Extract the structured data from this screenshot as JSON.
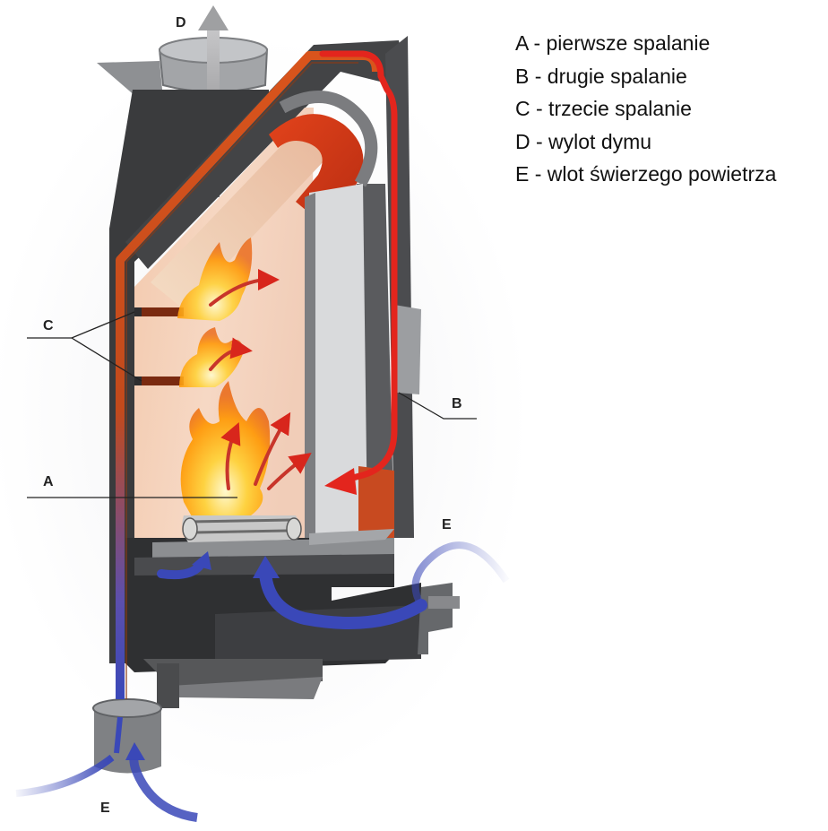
{
  "legend": {
    "items": [
      {
        "key": "A",
        "text": "A - pierwsze spalanie"
      },
      {
        "key": "B",
        "text": "B - drugie spalanie"
      },
      {
        "key": "C",
        "text": "C - trzecie spalanie"
      },
      {
        "key": "D",
        "text": "D - wylot dymu"
      },
      {
        "key": "E",
        "text": "E - wlot świerzego powietrza"
      }
    ]
  },
  "callouts": {
    "a": "A",
    "b": "B",
    "c": "C",
    "d": "D",
    "e_right": "E",
    "e_bottom": "E"
  },
  "colors": {
    "steel_dark": "#3a3b3d",
    "steel_mid": "#6e7073",
    "steel_light": "#a9abae",
    "firebrick": "#f1c8a8",
    "chamber_glow": "#ef9a6e",
    "hot_air": "#e3251d",
    "flue_orange": "#d9541c",
    "cold_air": "#3a48b8",
    "flame": "#ffb400"
  },
  "icons": [
    "flame-icon",
    "log-pile-icon",
    "hot-air-arrow-icon",
    "cold-air-arrow-icon",
    "smoke-arrow-icon"
  ]
}
